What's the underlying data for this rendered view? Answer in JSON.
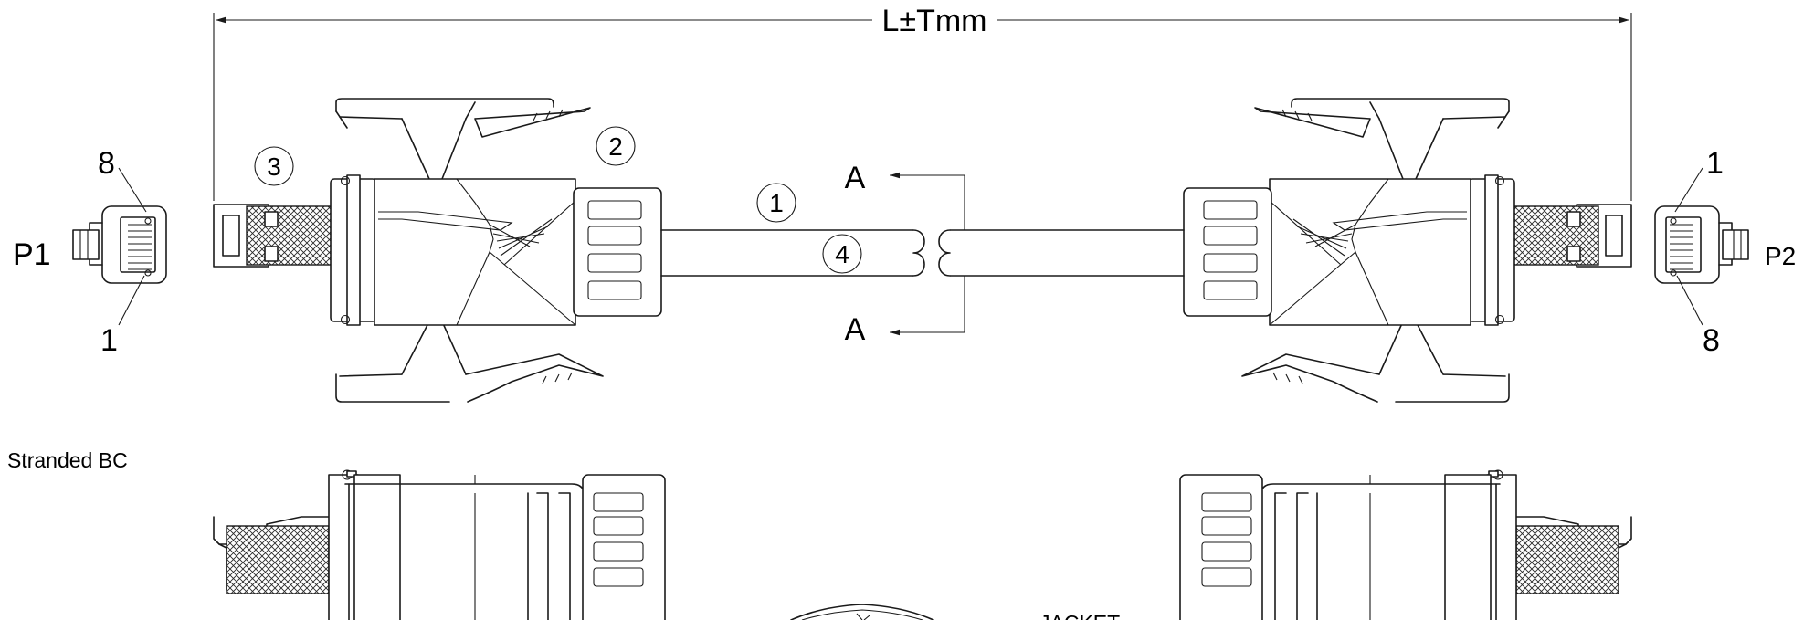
{
  "dimension": {
    "label": "L±Tmm"
  },
  "plugs": {
    "left": {
      "name": "P1",
      "pin_top": "8",
      "pin_bottom": "1"
    },
    "right": {
      "name": "P2",
      "pin_top": "1",
      "pin_bottom": "8"
    }
  },
  "balloons": {
    "b1": "1",
    "b2": "2",
    "b3": "3",
    "b4": "4"
  },
  "section": {
    "top": "A",
    "bottom": "A"
  },
  "notes": {
    "conductor": "Stranded BC",
    "jacket": "JACKET"
  },
  "colors": {
    "ink": "#1a1a1a",
    "hatch": "#2a2a2a",
    "background": "#ffffff"
  }
}
